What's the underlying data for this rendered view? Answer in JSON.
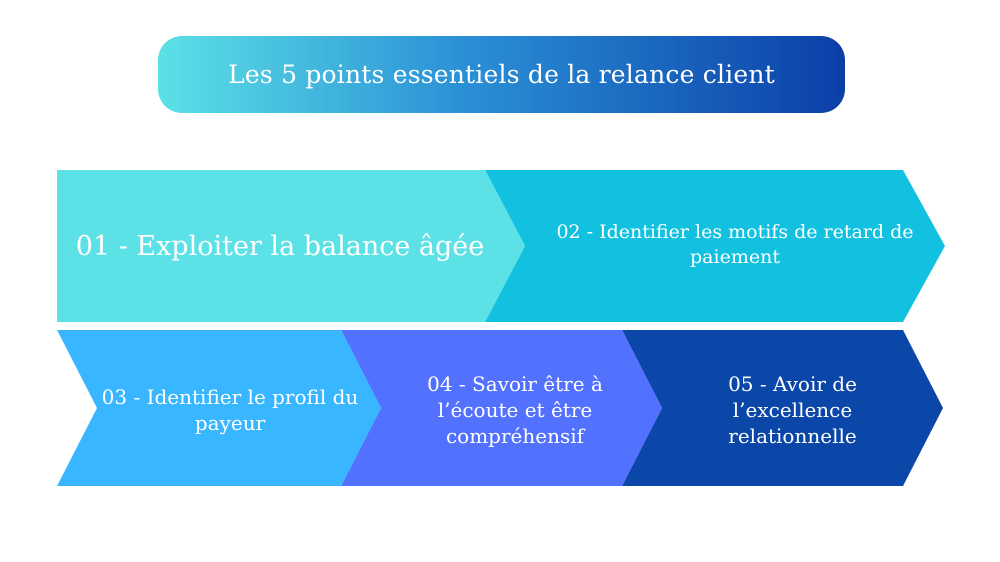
{
  "title": "Les 5 points essentiels de la relance client",
  "steps": [
    {
      "label": "01 - Exploiter la balance âgée",
      "color": "#5ce1e6"
    },
    {
      "label": "02 - Identifier les motifs de retard de paiement",
      "color": "#12c1df"
    },
    {
      "label": "03 - Identifier le profil du payeur",
      "color": "#38b6ff"
    },
    {
      "label": "04 - Savoir être à l’écoute et être compréhensif",
      "color": "#5271ff"
    },
    {
      "label": "05 - Avoir de l’excellence relationnelle",
      "color": "#0b46a9"
    }
  ],
  "colors": {
    "title_gradient_start": "#5ce1e6",
    "title_gradient_end": "#0b3fa8"
  }
}
